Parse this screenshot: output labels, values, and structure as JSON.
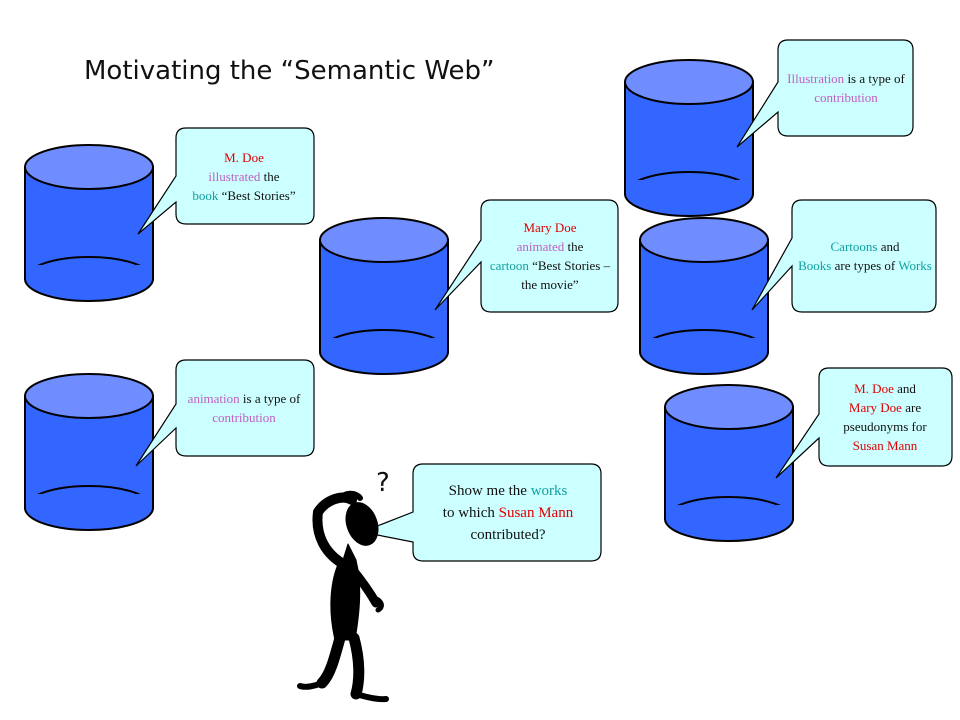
{
  "title": "Motivating the “Semantic Web”",
  "colors": {
    "cylinder_body": "#3366ff",
    "cylinder_top": "#6f8dff",
    "bubble_fill": "#ccffff",
    "red_term": "#e00000",
    "pink_term": "#c060c0",
    "teal_term": "#10a0a0"
  },
  "bubbles": {
    "b1": {
      "name": "M. Doe",
      "verb": "illustrated",
      "text_the": "the",
      "object": "book",
      "rest": "“Best Stories”"
    },
    "b2": {
      "name": "Mary Doe",
      "verb": "animated",
      "text_the": "the",
      "object": "cartoon",
      "rest": "“Best Stories – the movie”"
    },
    "b3": {
      "subject": "Illustration",
      "rest": "is a type of",
      "object": "contribution"
    },
    "b4": {
      "subject": "Cartoons",
      "and": "and",
      "subject2": "Books",
      "rest": "are types of",
      "object": "Works"
    },
    "b5": {
      "subject": "animation",
      "rest": "is a type of",
      "object": "contribution"
    },
    "b6": {
      "name1": "M. Doe",
      "and": "and",
      "name2": "Mary Doe",
      "rest": "are pseudonyms for",
      "name3": "Susan Mann"
    },
    "question": {
      "part1": "Show me the",
      "works": "works",
      "part2": "to which",
      "person": "Susan Mann",
      "part3": "contributed?"
    }
  },
  "question_mark": "?"
}
